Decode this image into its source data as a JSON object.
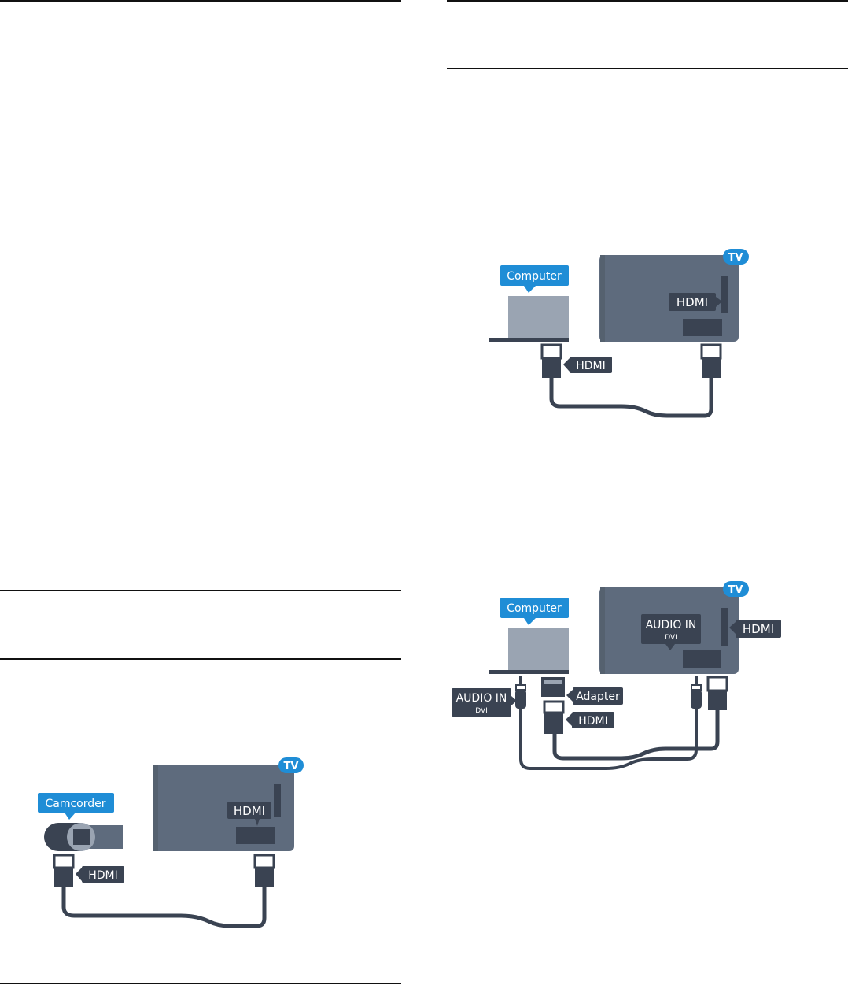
{
  "colors": {
    "device": "#5e6b7d",
    "screen": "#9aa4b2",
    "dark": "#3a4352",
    "cable": "#3a4352",
    "callout": "#1f8dd6",
    "label_bg": "#3a4352",
    "text": "#ffffff",
    "rule": "#111111"
  },
  "diagram_camcorder": {
    "tv_badge": "TV",
    "device_callout": "Camcorder",
    "tv_port_label": "HDMI",
    "cable_label": "HDMI",
    "icons": [
      "tv-icon",
      "camcorder-icon",
      "hdmi-plug-icon"
    ]
  },
  "diagram_computer_hdmi": {
    "tv_badge": "TV",
    "device_callout": "Computer",
    "tv_port_label": "HDMI",
    "cable_label": "HDMI",
    "icons": [
      "tv-icon",
      "laptop-icon",
      "hdmi-plug-icon"
    ]
  },
  "diagram_computer_dvi": {
    "tv_badge": "TV",
    "device_callout": "Computer",
    "tv_audio_label_line1": "AUDIO IN",
    "tv_audio_label_line2": "DVI",
    "tv_port_label": "HDMI",
    "pc_audio_label_line1": "AUDIO IN",
    "pc_audio_label_line2": "DVI",
    "adapter_label": "Adapter",
    "cable_label": "HDMI",
    "icons": [
      "tv-icon",
      "laptop-icon",
      "audio-jack-icon",
      "dvi-adapter-icon",
      "hdmi-plug-icon"
    ]
  }
}
